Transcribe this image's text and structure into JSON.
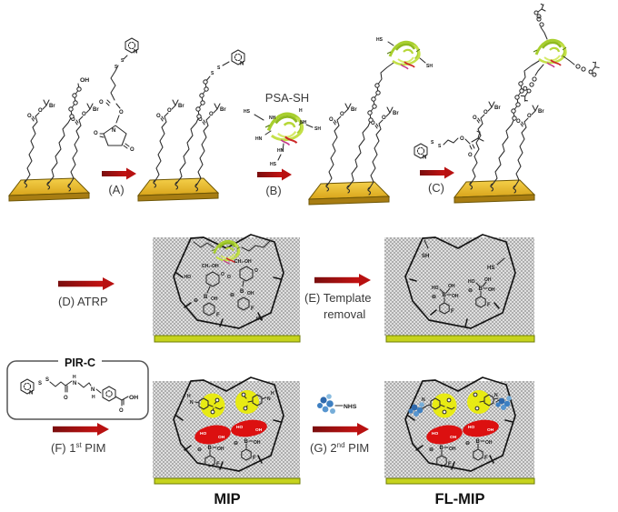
{
  "labels": {
    "psa": "PSA-SH",
    "pirc": "PIR-C",
    "nhs": "NHS",
    "mip": "MIP",
    "flmip": "FL-MIP"
  },
  "steps": {
    "a": "(A)",
    "b": "(B)",
    "c": "(C)",
    "d": "(D) ATRP",
    "e1": "(E) Template",
    "e2": "removal",
    "f1": "(F) 1",
    "fsup": "st",
    "f2": " PIM",
    "g1": "(G) 2",
    "gsup": "nd",
    "g2": " PIM"
  },
  "atoms": {
    "oh": "OH",
    "ho": "HO",
    "br": "Br",
    "o": "O",
    "n": "N",
    "s": "S",
    "hs": "HS",
    "sh": "SH",
    "nh": "NH",
    "hn": "HN",
    "h": "H",
    "b": "B",
    "f": "F",
    "minus": "⊖",
    "ch2oh": "CH₂-OH"
  },
  "colors": {
    "arrow_dark": "#7a0e0e",
    "arrow_bright": "#cc1212",
    "gold_top": "#eebf2a",
    "gold_front": "#a87d12",
    "substrate_bar": "#c6d31d",
    "polymer_mesh": "#a3a3a3",
    "highlight_yellow": "#e9ec0a",
    "highlight_red": "#dc1010",
    "protein_green": "#b5d832",
    "fluorophore_blue": "#3d7fc1"
  }
}
